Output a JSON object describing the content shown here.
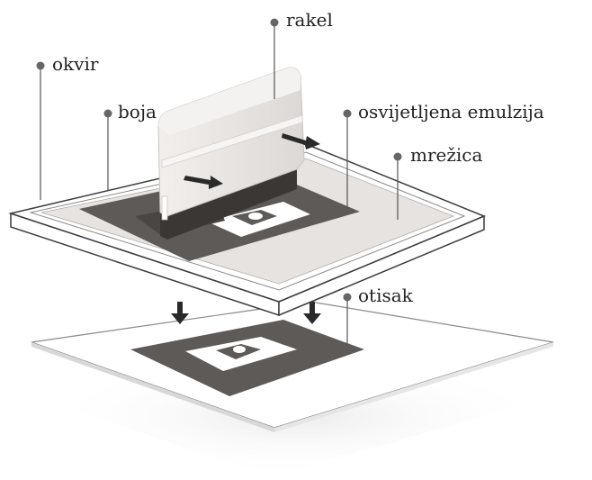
{
  "labels": {
    "rakel": "rakel",
    "okvir": "okvir",
    "boja": "boja",
    "emulzija": "osvijetljena emulzija",
    "mrezica": "mrežica",
    "otisak": "otisak"
  },
  "colors": {
    "ink": "#5e5a58",
    "squeegee_body": "#ebe7e4",
    "squeegee_blade": "#3a3735",
    "mesh": "#e6e3e1",
    "frame": "#ffffff",
    "leader": "#555555",
    "dot": "#666666",
    "arrow": "#2a2a2a"
  },
  "icons": {
    "print_motif": "puzzle-piece-icon",
    "direction_arrows": "arrow-right-icon",
    "press_arrows": "arrow-down-icon"
  }
}
